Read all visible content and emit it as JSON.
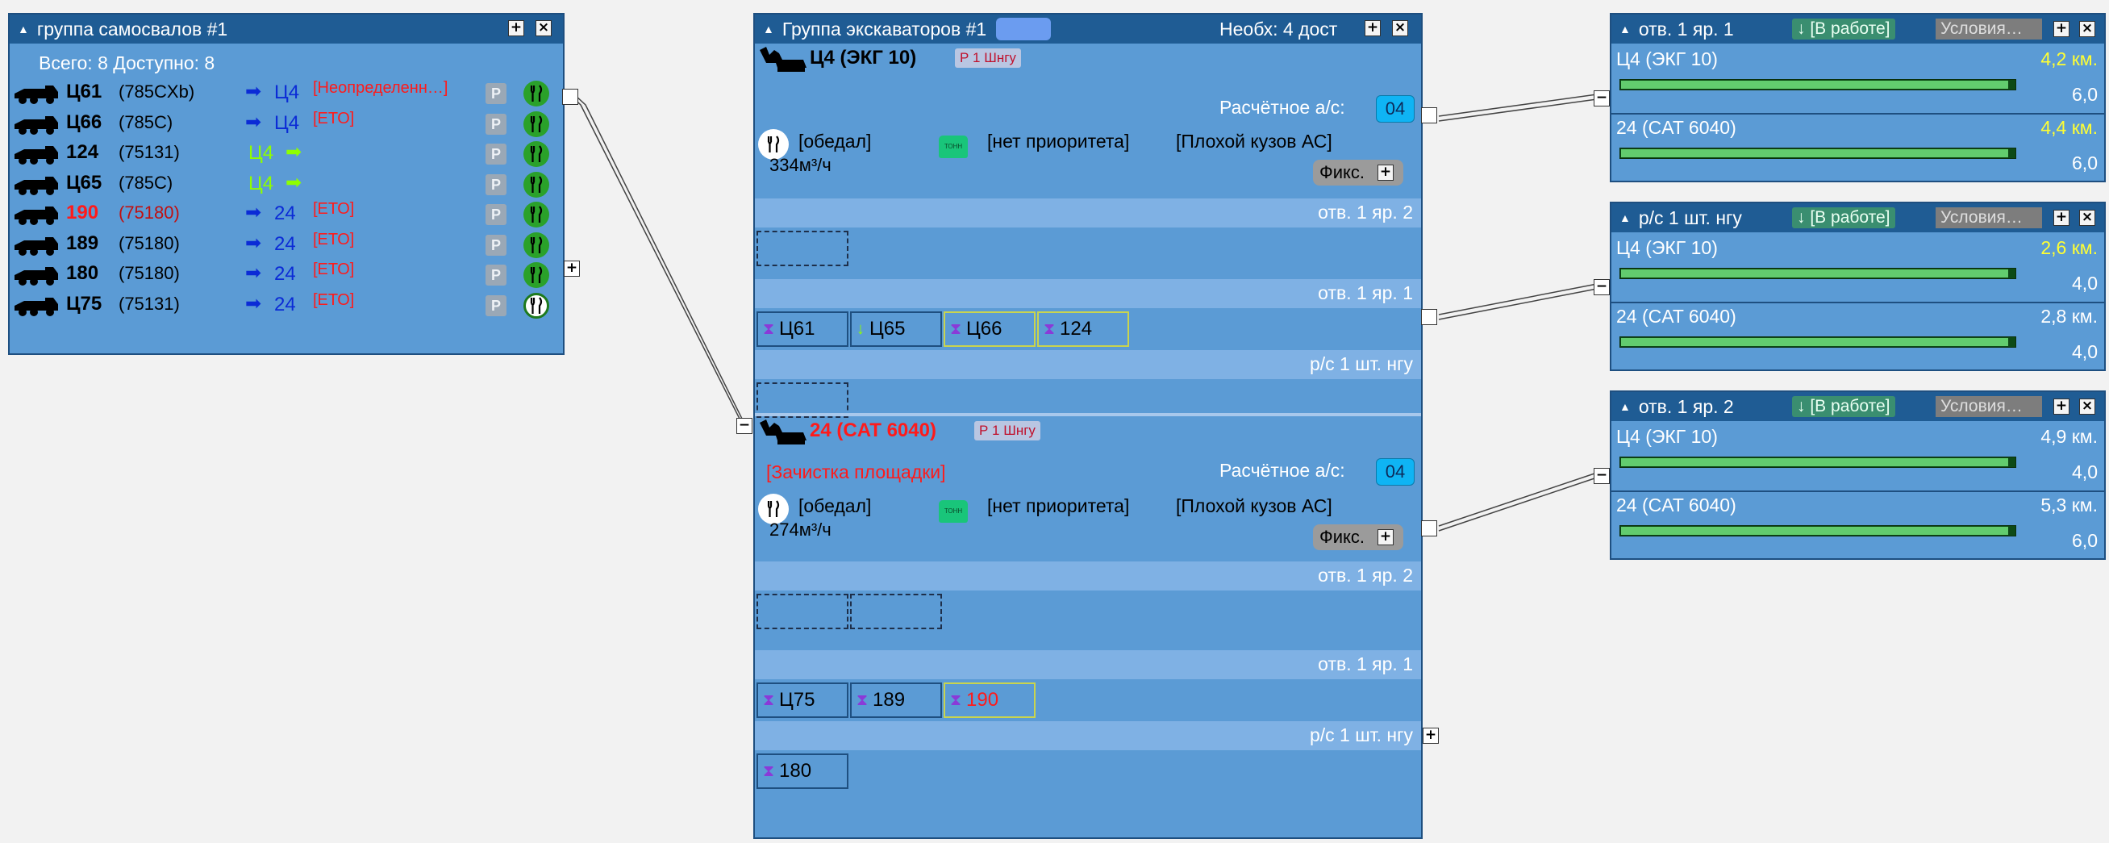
{
  "trucks": {
    "title": "группа самосвалов #1",
    "summary": "Всего: 8 Доступно: 8",
    "rows": [
      {
        "id": "Ц61",
        "model": "(785CXb)",
        "target": "Ц4",
        "status": "[Неопределенн…]",
        "target_style": "blue"
      },
      {
        "id": "Ц66",
        "model": "(785C)",
        "target": "Ц4",
        "status": "[ЕТО]",
        "target_style": "blue"
      },
      {
        "id": "124",
        "model": "(75131)",
        "target": "Ц4",
        "status": "",
        "target_style": "lime"
      },
      {
        "id": "Ц65",
        "model": "(785C)",
        "target": "Ц4",
        "status": "",
        "target_style": "lime"
      },
      {
        "id": "190",
        "model": "(75180)",
        "target": "24",
        "status": "[ЕТО]",
        "target_style": "blue",
        "red": true
      },
      {
        "id": "189",
        "model": "(75180)",
        "target": "24",
        "status": "[ЕТО]",
        "target_style": "blue"
      },
      {
        "id": "180",
        "model": "(75180)",
        "target": "24",
        "status": "[ЕТО]",
        "target_style": "blue"
      },
      {
        "id": "Ц75",
        "model": "(75131)",
        "target": "24",
        "status": "[ЕТО]",
        "target_style": "blue"
      }
    ],
    "p_label": "P"
  },
  "excavators": {
    "title": "Группа экскаваторов #1",
    "need": "Необх: 4 дост",
    "units": [
      {
        "name": "Ц4 (ЭКГ 10)",
        "tag": "Р 1 Шнгу",
        "note": "",
        "calc_label": "Расчётное а/с:",
        "calc_value": "04",
        "lunch": "[обедал]",
        "priority": "[нет приоритета]",
        "body": "[Плохой кузов АС]",
        "rate": "334м³/ч",
        "fix": "Фикс.",
        "ton": "ТОНН",
        "bands": [
          {
            "label": "отв. 1 яр. 2",
            "slots": []
          },
          {
            "label": "отв. 1 яр. 1",
            "slots": [
              {
                "name": "Ц61",
                "icon": "hourglass"
              },
              {
                "name": "Ц65",
                "icon": "arrow-down"
              },
              {
                "name": "Ц66",
                "icon": "hourglass"
              },
              {
                "name": "124",
                "icon": "hourglass"
              }
            ]
          },
          {
            "label": "р/с 1 шт. нгу",
            "slots": []
          }
        ]
      },
      {
        "name": "24 (CAT 6040)",
        "tag": "Р 1 Шнгу",
        "note": "[Зачистка площадки]",
        "calc_label": "Расчётное а/с:",
        "calc_value": "04",
        "lunch": "[обедал]",
        "priority": "[нет приоритета]",
        "body": "[Плохой кузов АС]",
        "rate": "274м³/ч",
        "fix": "Фикс.",
        "ton": "ТОНН",
        "bands": [
          {
            "label": "отв. 1 яр. 2",
            "slots": []
          },
          {
            "label": "отв. 1 яр. 1",
            "slots": [
              {
                "name": "Ц75",
                "icon": "hourglass"
              },
              {
                "name": "189",
                "icon": "hourglass"
              },
              {
                "name": "190",
                "icon": "hourglass",
                "red": true
              }
            ]
          },
          {
            "label": "р/с 1 шт. нгу",
            "slots": [
              {
                "name": "180",
                "icon": "hourglass"
              }
            ]
          }
        ]
      }
    ]
  },
  "dumps": [
    {
      "title": "отв. 1 яр. 1",
      "status": "↓ [В работе]",
      "conditions": "Условия…",
      "rows": [
        {
          "name": "Ц4 (ЭКГ 10)",
          "dist": "4,2 км.",
          "dist_yellow": true,
          "value": "6,0",
          "fill": 0.98
        },
        {
          "name": "24 (CAT 6040)",
          "dist": "4,4 км.",
          "dist_yellow": true,
          "value": "6,0",
          "fill": 0.98
        }
      ]
    },
    {
      "title": "р/с 1 шт. нгу",
      "status": "↓ [В работе]",
      "conditions": "Условия…",
      "rows": [
        {
          "name": "Ц4 (ЭКГ 10)",
          "dist": "2,6 км.",
          "dist_yellow": true,
          "value": "4,0",
          "fill": 0.98
        },
        {
          "name": "24 (CAT 6040)",
          "dist": "2,8 км.",
          "dist_yellow": false,
          "value": "4,0",
          "fill": 0.98
        }
      ]
    },
    {
      "title": "отв. 1 яр. 2",
      "status": "↓ [В работе]",
      "conditions": "Условия…",
      "rows": [
        {
          "name": "Ц4 (ЭКГ 10)",
          "dist": "4,9 км.",
          "dist_yellow": false,
          "value": "4,0",
          "fill": 0.98
        },
        {
          "name": "24 (CAT 6040)",
          "dist": "5,3 км.",
          "dist_yellow": false,
          "value": "6,0",
          "fill": 0.98
        }
      ]
    }
  ],
  "colors": {
    "panel": "#5b9bd5",
    "titlebar": "#1f5c94",
    "band": "#7fb1e4",
    "accent_red": "#ff1a1a",
    "lime": "#8eff00",
    "yellow": "#ffff33"
  }
}
